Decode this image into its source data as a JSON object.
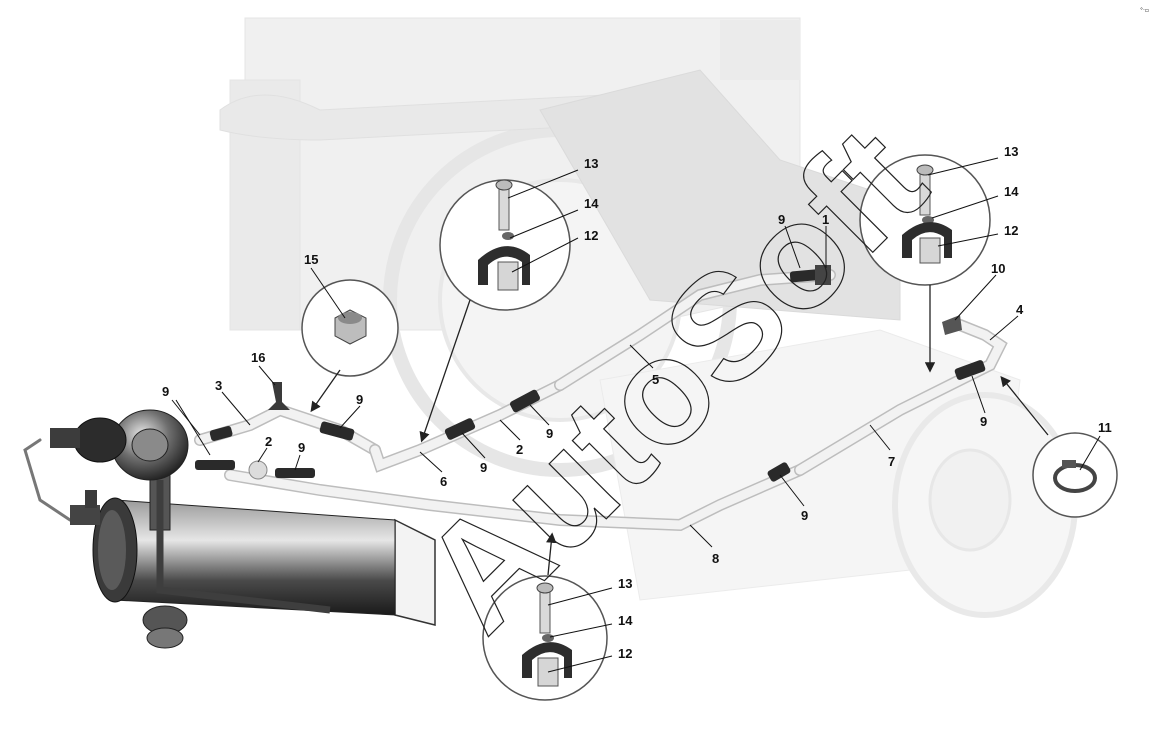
{
  "watermark": "AutoSoft",
  "corner_mark": "°·▫",
  "callouts": [
    {
      "id": "c13a",
      "text": "13"
    },
    {
      "id": "c14a",
      "text": "14"
    },
    {
      "id": "c12a",
      "text": "12"
    },
    {
      "id": "c13b",
      "text": "13"
    },
    {
      "id": "c14b",
      "text": "14"
    },
    {
      "id": "c12b",
      "text": "12"
    },
    {
      "id": "c13c",
      "text": "13"
    },
    {
      "id": "c14c",
      "text": "14"
    },
    {
      "id": "c12c",
      "text": "12"
    },
    {
      "id": "c9a",
      "text": "9"
    },
    {
      "id": "c1",
      "text": "1"
    },
    {
      "id": "c10",
      "text": "10"
    },
    {
      "id": "c4",
      "text": "4"
    },
    {
      "id": "c15",
      "text": "15"
    },
    {
      "id": "c16",
      "text": "16"
    },
    {
      "id": "c3",
      "text": "3"
    },
    {
      "id": "c9b",
      "text": "9"
    },
    {
      "id": "c9c",
      "text": "9"
    },
    {
      "id": "c2a",
      "text": "2"
    },
    {
      "id": "c9d",
      "text": "9"
    },
    {
      "id": "c5",
      "text": "5"
    },
    {
      "id": "c6",
      "text": "6"
    },
    {
      "id": "c9e",
      "text": "9"
    },
    {
      "id": "c2b",
      "text": "2"
    },
    {
      "id": "c9f",
      "text": "9"
    },
    {
      "id": "c7",
      "text": "7"
    },
    {
      "id": "c9g",
      "text": "9"
    },
    {
      "id": "c11",
      "text": "11"
    },
    {
      "id": "c9h",
      "text": "9"
    },
    {
      "id": "c8",
      "text": "8"
    }
  ]
}
